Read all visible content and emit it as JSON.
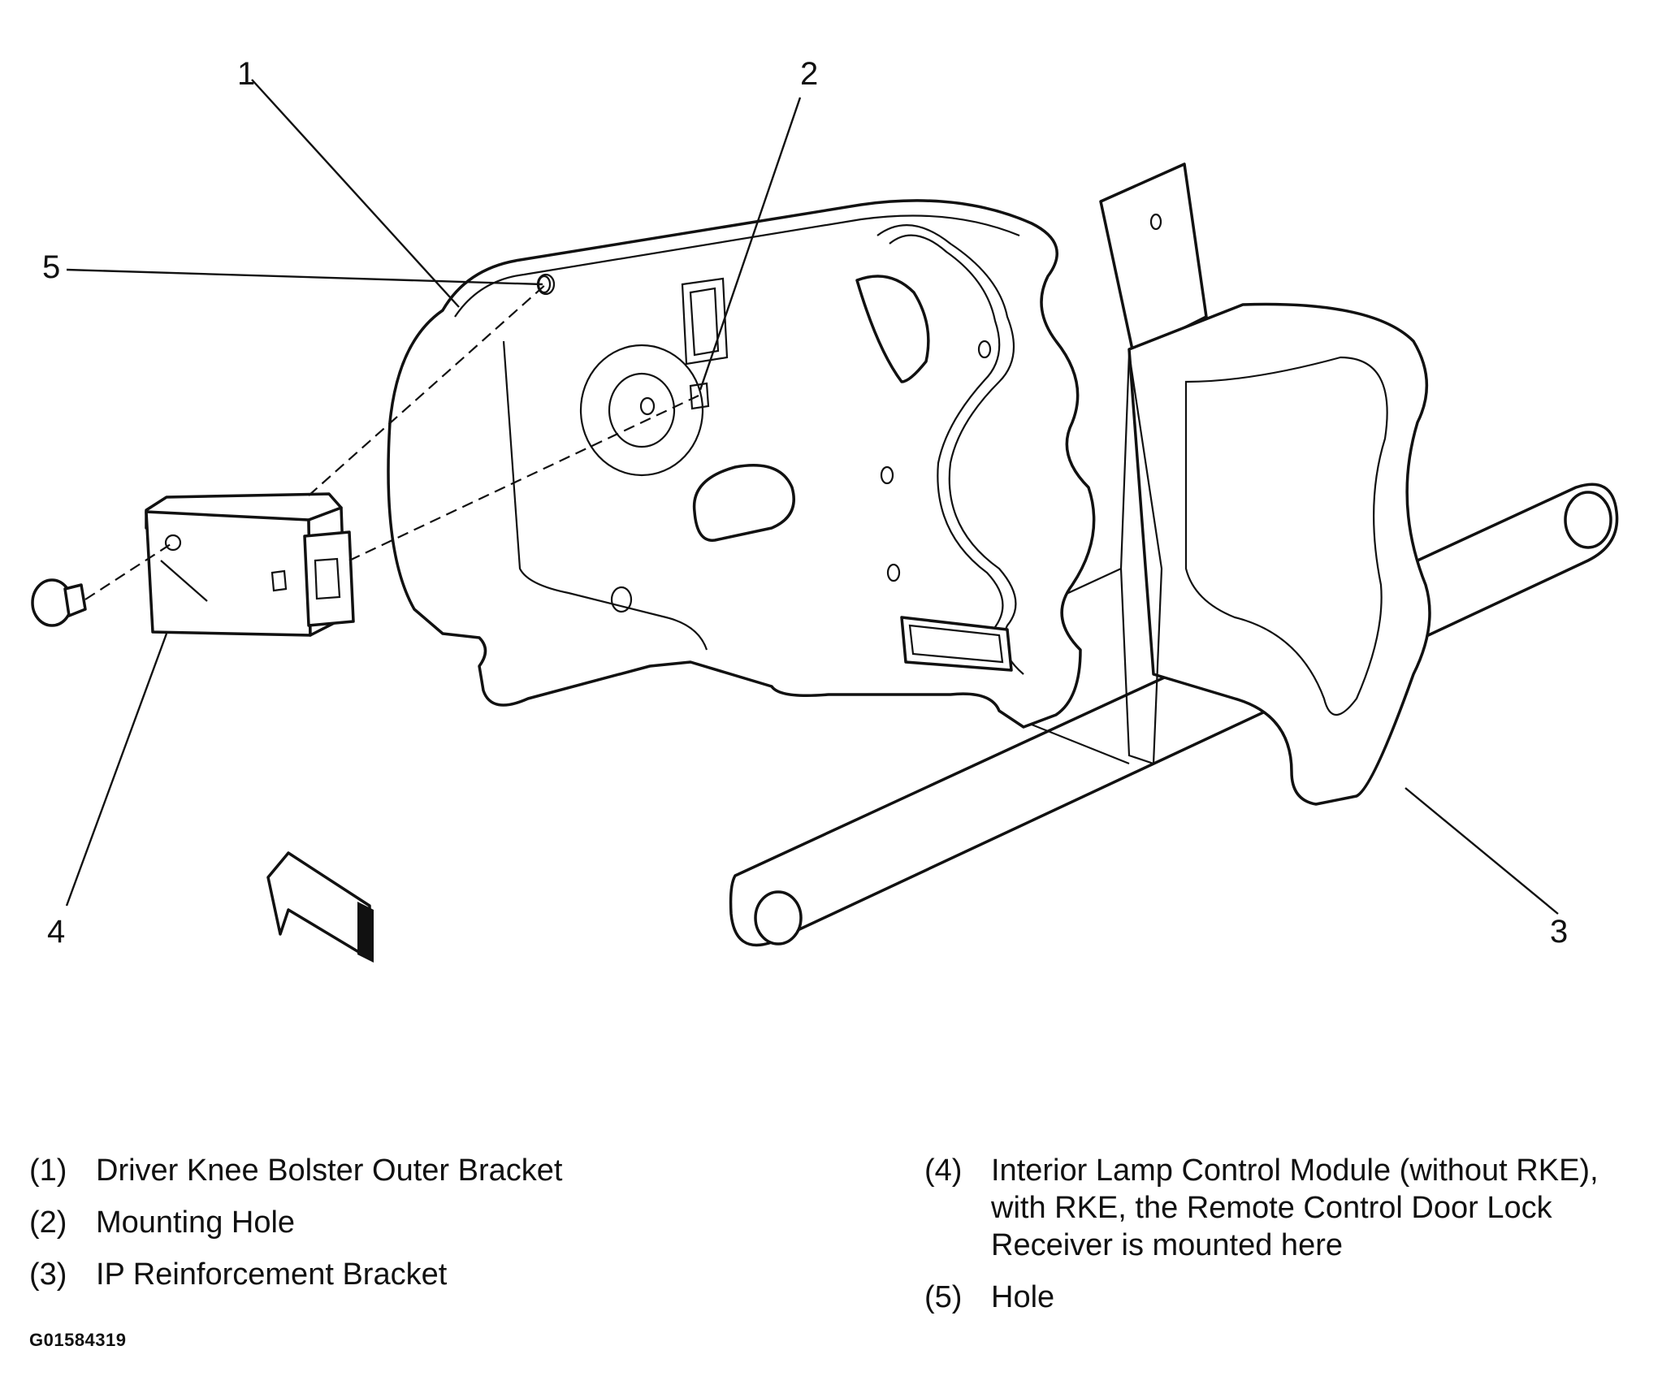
{
  "callouts": [
    {
      "id": "1",
      "label": "1"
    },
    {
      "id": "2",
      "label": "2"
    },
    {
      "id": "3",
      "label": "3"
    },
    {
      "id": "4",
      "label": "4"
    },
    {
      "id": "5",
      "label": "5"
    }
  ],
  "legend": {
    "left": [
      {
        "num": "(1)",
        "text": "Driver Knee Bolster Outer Bracket"
      },
      {
        "num": "(2)",
        "text": "Mounting Hole"
      },
      {
        "num": "(3)",
        "text": "IP Reinforcement Bracket"
      }
    ],
    "right": [
      {
        "num": "(4)",
        "text": "Interior Lamp Control Module (without RKE),\nwith RKE, the Remote Control Door Lock\nReceiver is mounted here"
      },
      {
        "num": "(5)",
        "text": "Hole"
      }
    ]
  },
  "figure_id": "G01584319",
  "colors": {
    "line": "#111111",
    "background": "#ffffff"
  }
}
